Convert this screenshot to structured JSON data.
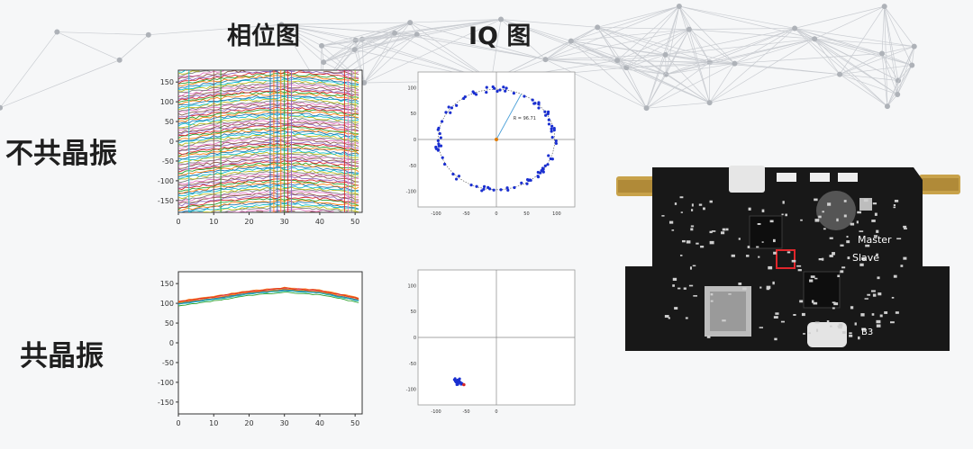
{
  "headers": {
    "phase_column": "相位图",
    "iq_column": "IQ 图",
    "row_without_shared_crystal": "不共晶振",
    "row_shared_crystal": "共晶振"
  },
  "board": {
    "label_master": "Master",
    "label_slave": "Slave",
    "chip_label": "B3"
  },
  "colors": {
    "iq_points": "#1a2fd0",
    "iq_radius_line": "#4a9fd8",
    "background_lines": "#c9ccd1",
    "board": "#1a1a1a"
  },
  "chart_data": [
    {
      "type": "line",
      "title": "",
      "xlim": [
        0,
        52
      ],
      "ylim": [
        -180,
        180
      ],
      "x_ticks": [
        0,
        10,
        20,
        30,
        40,
        50
      ],
      "y_ticks": [
        150,
        100,
        50,
        0,
        -50,
        -100,
        -150
      ],
      "grid": false,
      "series_count": 80,
      "description_values": "phase curves spread over the full -180..180 range, rising ~25 degrees from x=0 to x=30 then falling; phase wraps at ±180"
    },
    {
      "type": "scatter",
      "title": "",
      "xlim": [
        -130,
        130
      ],
      "ylim": [
        -130,
        130
      ],
      "x_ticks": [
        -100,
        -50,
        0,
        50,
        100
      ],
      "y_ticks": [
        100,
        50,
        0,
        -50,
        -100
      ],
      "annotation": "R = 96.71",
      "radius": 96.71,
      "grid": false
    },
    {
      "type": "line",
      "title": "",
      "xlim": [
        0,
        52
      ],
      "ylim": [
        -180,
        180
      ],
      "x_ticks": [
        0,
        10,
        20,
        30,
        40,
        50
      ],
      "y_ticks": [
        150,
        100,
        50,
        0,
        -50,
        -100,
        -150
      ],
      "grid": false,
      "series_count": 14,
      "x": [
        0,
        10,
        20,
        30,
        40,
        50
      ],
      "values": [
        100,
        112,
        126,
        134,
        128,
        110
      ]
    },
    {
      "type": "scatter",
      "title": "",
      "xlim": [
        -130,
        130
      ],
      "ylim": [
        -130,
        130
      ],
      "x_ticks": [
        -100,
        -50,
        0
      ],
      "y_ticks": [
        100,
        50,
        0,
        -50,
        -100
      ],
      "center": [
        -60,
        -88
      ],
      "grid": false
    }
  ]
}
